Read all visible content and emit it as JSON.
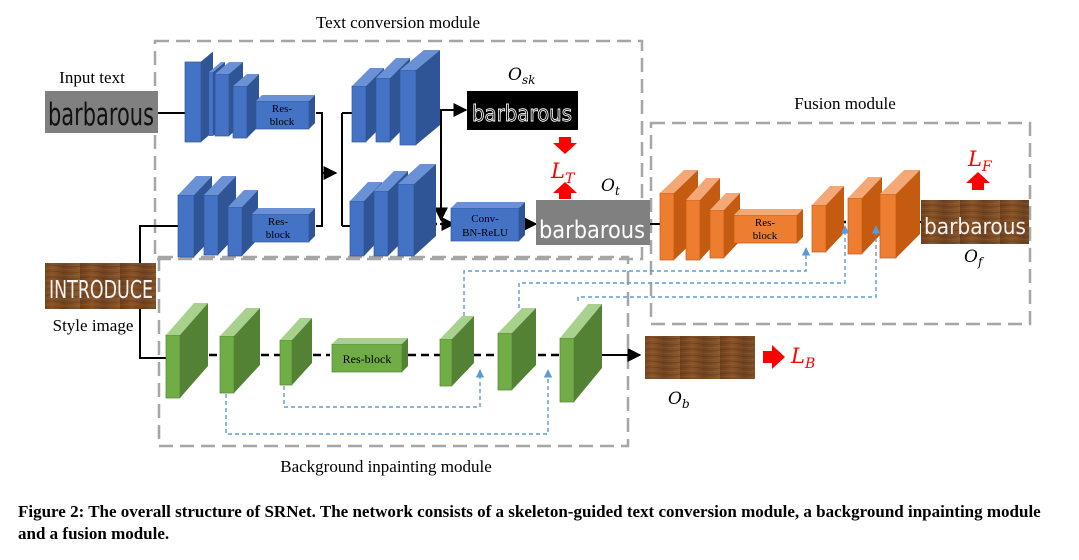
{
  "modules": {
    "text_conversion": "Text conversion module",
    "fusion": "Fusion module",
    "background_inpainting": "Background inpainting module"
  },
  "inputs": {
    "input_text_label": "Input text",
    "input_text_word": "barbarous",
    "style_image_label": "Style image",
    "style_image_word": "INTRODUCE"
  },
  "blocks": {
    "res_block_line1": "Res-",
    "res_block_line2": "block",
    "res_block_green": "Res-block",
    "conv_line1": "Conv-",
    "conv_line2": "BN-ReLU"
  },
  "outputs": {
    "o_sk": {
      "base": "O",
      "sub": "sk",
      "word": "barbarous"
    },
    "o_t": {
      "base": "O",
      "sub": "t",
      "word": "barbarous"
    },
    "o_f": {
      "base": "O",
      "sub": "f",
      "word": "barbarous"
    },
    "o_b": {
      "base": "O",
      "sub": "b"
    }
  },
  "losses": {
    "l_t": {
      "base": "L",
      "sub": "T"
    },
    "l_f": {
      "base": "L",
      "sub": "F"
    },
    "l_b": {
      "base": "L",
      "sub": "B"
    }
  },
  "colors": {
    "blue": "#4472C4",
    "orange": "#ED7D31",
    "green": "#70AD47",
    "loss_red": "#FF0000",
    "wood": "#7B4A22"
  },
  "caption": "Figure 2: The overall structure of SRNet. The network consists of a skeleton-guided text conversion module, a background inpainting module and a fusion module."
}
